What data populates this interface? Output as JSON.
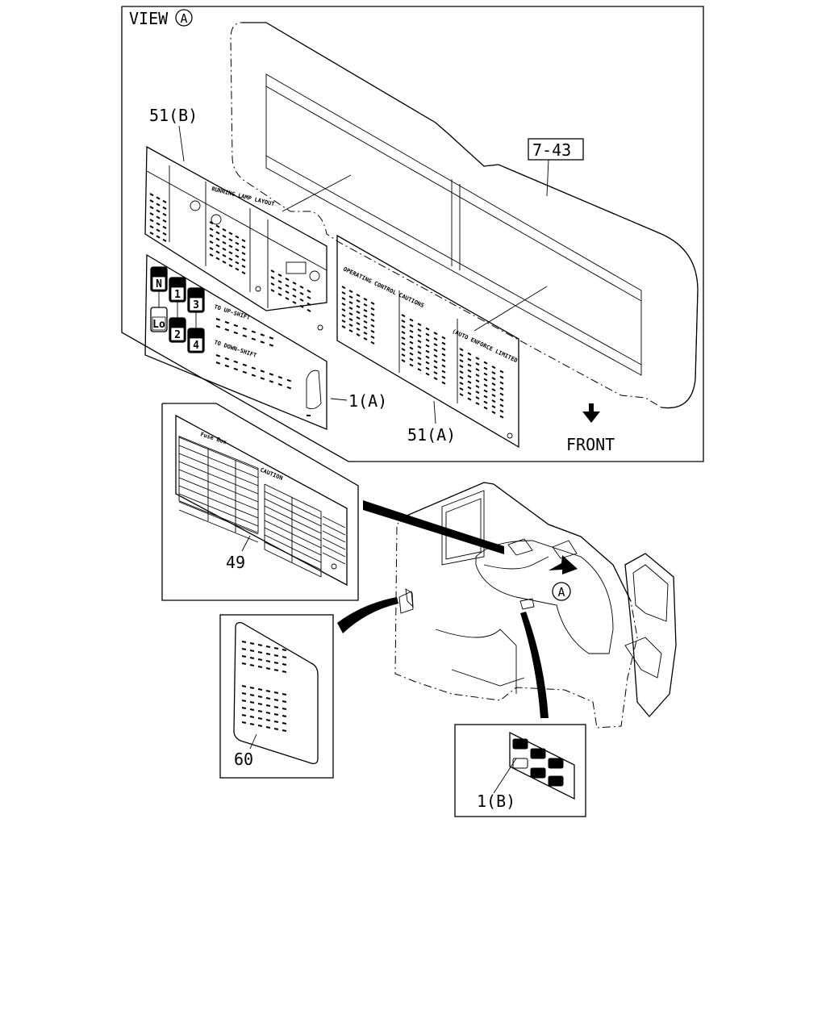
{
  "view_label": {
    "prefix": "VIEW",
    "circle_letter": "A"
  },
  "callouts": {
    "mirror": "7-43",
    "label_51b": "51(B)",
    "label_51a": "51(A)",
    "label_1a": "1(A)",
    "label_1b": "1(B)",
    "label_49": "49",
    "label_60": "60",
    "view_marker": "A"
  },
  "direction": {
    "front_label": "FRONT"
  },
  "decal_51b": {
    "section_title": "RUNNING LAMP LAYOUT"
  },
  "decal_1a": {
    "shift_keys": [
      "N",
      "1",
      "3",
      "Lo",
      "2",
      "4"
    ],
    "up_shift": "TO UP-SHIFT",
    "down_shift": "TO DOWN-SHIFT"
  },
  "decal_51a": {
    "title": "OPERATING CONTROL CAUTIONS",
    "subtitle": "(AUTO ENFORCE LIMITED"
  },
  "decal_49": {
    "left_title": "Fuse Box",
    "right_title": "CAUTION"
  }
}
